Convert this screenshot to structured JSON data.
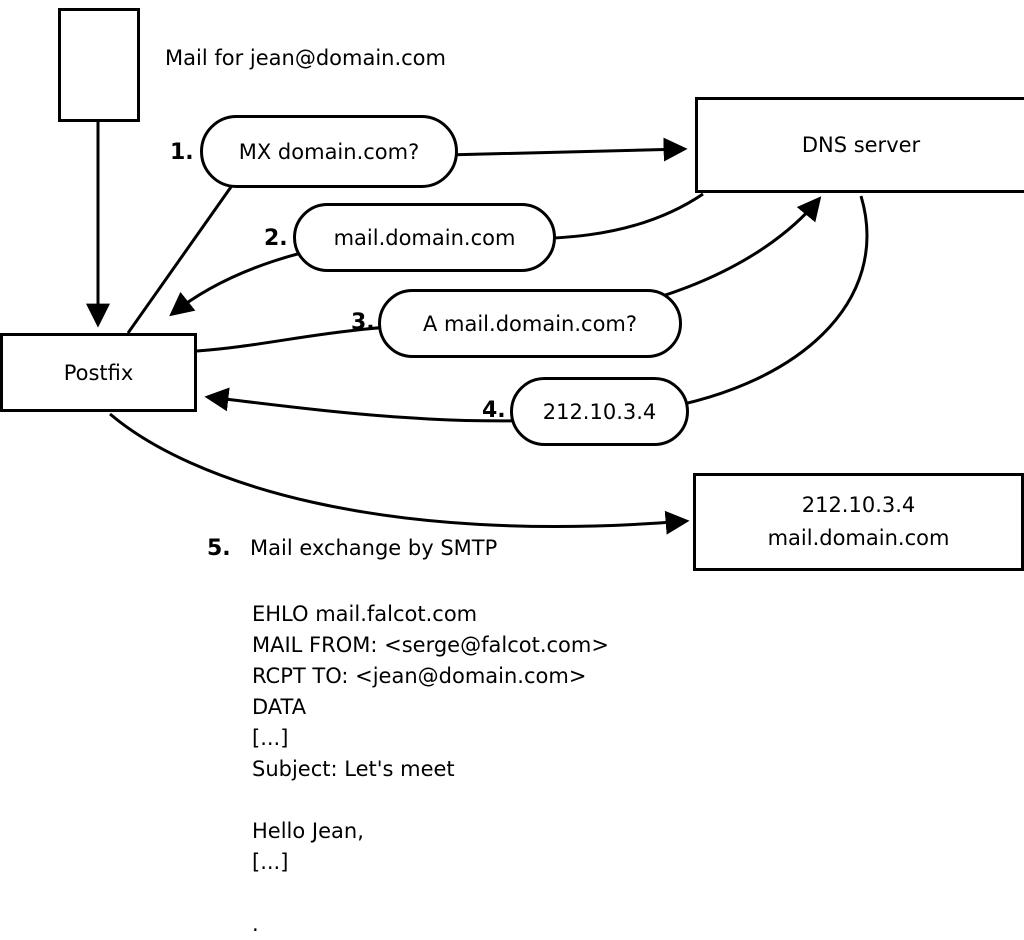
{
  "diagram": {
    "mail_note": "Mail for jean@domain.com",
    "postfix_label": "Postfix",
    "dns_label": "DNS server",
    "steps": [
      {
        "num": "1.",
        "label": "MX domain.com?"
      },
      {
        "num": "2.",
        "label": "mail.domain.com"
      },
      {
        "num": "3.",
        "label": "A mail.domain.com?"
      },
      {
        "num": "4.",
        "label": "212.10.3.4"
      },
      {
        "num": "5.",
        "label": "Mail exchange by SMTP"
      }
    ],
    "server_box": {
      "ip": "212.10.3.4",
      "hostname": "mail.domain.com"
    },
    "smtp_transcript": [
      "EHLO mail.falcot.com",
      "MAIL FROM: <serge@falcot.com>",
      "RCPT TO: <jean@domain.com>",
      "DATA",
      "[...]",
      "Subject: Let's meet",
      "",
      "Hello Jean,",
      "[...]",
      "",
      "."
    ]
  }
}
